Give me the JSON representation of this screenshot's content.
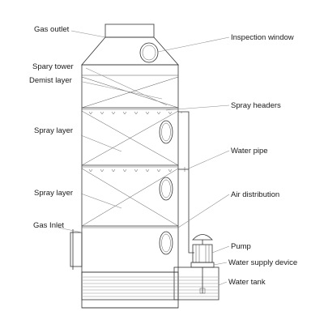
{
  "labels": {
    "gas_outlet": "Gas outlet",
    "inspection_window": "Inspection window",
    "spray_tower": "Spary tower",
    "demist_layer": "Demist layer",
    "spray_headers": "Spray headers",
    "spray_layer_1": "Spray layer",
    "water_pipe": "Water pipe",
    "spray_layer_2": "Spray layer",
    "air_distribution": "Air distribution",
    "gas_inlet": "Gas Inlet",
    "pump": "Pump",
    "water_supply_device": "Water supply device",
    "water_tank": "Water tank"
  },
  "colors": {
    "stroke": "#333333",
    "leader": "#8a8a8a",
    "text": "#1a1a1a",
    "background": "#ffffff"
  }
}
